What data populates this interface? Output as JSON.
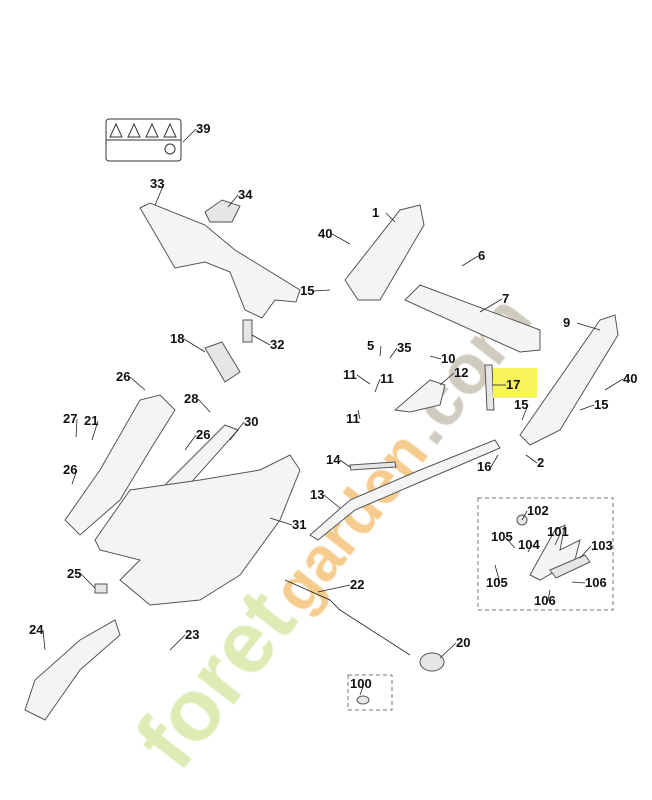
{
  "diagram": {
    "watermark": {
      "part1": "foret",
      "part2": "garden",
      "part3": ".com",
      "color_green": "#d7e9a8",
      "color_orange": "#f5c37a",
      "color_gray": "#c7c2b4"
    },
    "highlight_color": "#f7f35a",
    "highlighted_part": "17",
    "labels": [
      "39",
      "33",
      "34",
      "1",
      "40",
      "6",
      "15",
      "7",
      "9",
      "32",
      "18",
      "5",
      "35",
      "10",
      "12",
      "17",
      "40",
      "26",
      "28",
      "11",
      "11",
      "15",
      "15",
      "11",
      "27",
      "21",
      "30",
      "26",
      "2",
      "16",
      "14",
      "26",
      "13",
      "31",
      "102",
      "101",
      "103",
      "105",
      "104",
      "105",
      "106",
      "106",
      "25",
      "22",
      "24",
      "23",
      "20",
      "100"
    ]
  }
}
